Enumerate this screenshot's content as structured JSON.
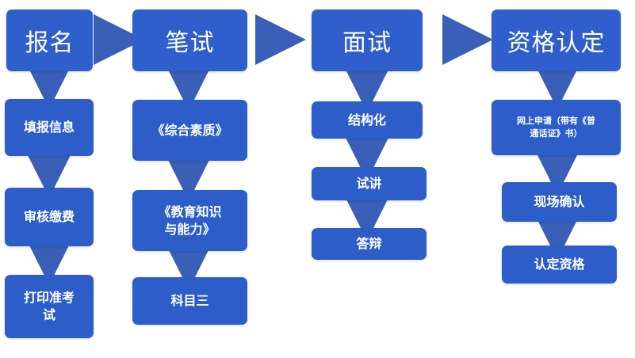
{
  "colors": {
    "box": "#2f5fcc",
    "arrow": "#3a5fb7"
  },
  "columns": [
    {
      "header": "报名",
      "steps": [
        "填报信息",
        "审核缴费",
        "打印准考\n试"
      ]
    },
    {
      "header": "笔试",
      "steps": [
        "《综合素质》",
        "《教育知识\n与能力》",
        "科目三"
      ]
    },
    {
      "header": "面试",
      "steps": [
        "结构化",
        "试讲",
        "答辩"
      ]
    },
    {
      "header": "资格认定",
      "steps": [
        "网上申请（带有《普\n通话证》书）",
        "现场确认",
        "认定资格"
      ]
    }
  ]
}
